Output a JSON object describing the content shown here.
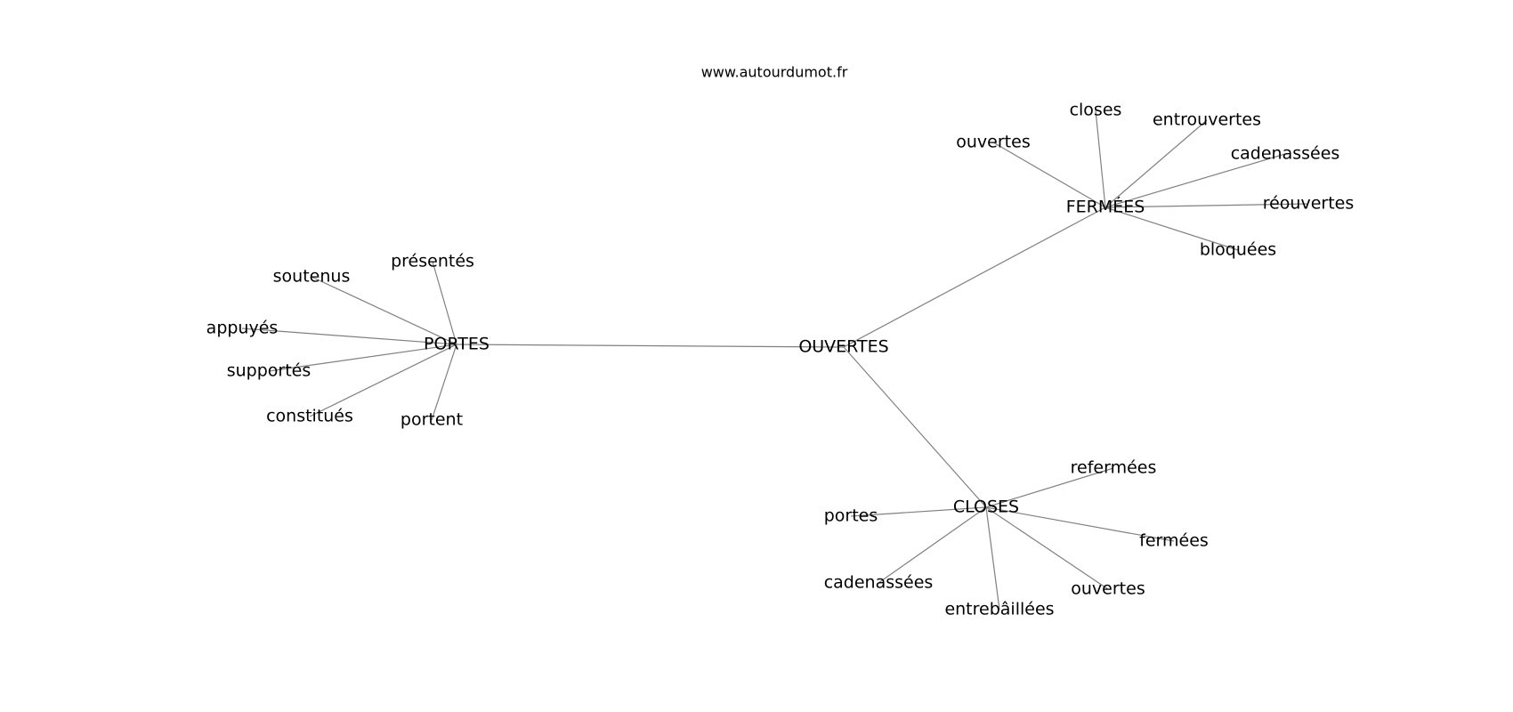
{
  "source": "www.autourdumot.fr",
  "graph": {
    "nodes": [
      {
        "id": "ouvertes_root",
        "label": "OUVERTES",
        "kind": "hub"
      },
      {
        "id": "portes_hub",
        "label": "PORTES",
        "kind": "hub"
      },
      {
        "id": "fermees_hub",
        "label": "FERMÉES",
        "kind": "hub"
      },
      {
        "id": "closes_hub",
        "label": "CLOSES",
        "kind": "hub"
      },
      {
        "id": "soutenus",
        "label": "soutenus",
        "kind": "leaf"
      },
      {
        "id": "presentes",
        "label": "présentés",
        "kind": "leaf"
      },
      {
        "id": "appuyes",
        "label": "appuyés",
        "kind": "leaf"
      },
      {
        "id": "supportes",
        "label": "supportés",
        "kind": "leaf"
      },
      {
        "id": "constitues",
        "label": "constitués",
        "kind": "leaf"
      },
      {
        "id": "portent",
        "label": "portent",
        "kind": "leaf"
      },
      {
        "id": "closes_f",
        "label": "closes",
        "kind": "leaf"
      },
      {
        "id": "entrouvertes",
        "label": "entrouvertes",
        "kind": "leaf"
      },
      {
        "id": "ouvertes_f",
        "label": "ouvertes",
        "kind": "leaf"
      },
      {
        "id": "cadenassees_f",
        "label": "cadenassées",
        "kind": "leaf"
      },
      {
        "id": "reouvertes",
        "label": "réouvertes",
        "kind": "leaf"
      },
      {
        "id": "bloquees",
        "label": "bloquées",
        "kind": "leaf"
      },
      {
        "id": "refermees",
        "label": "refermées",
        "kind": "leaf"
      },
      {
        "id": "portes_c",
        "label": "portes",
        "kind": "leaf"
      },
      {
        "id": "fermees_c",
        "label": "fermées",
        "kind": "leaf"
      },
      {
        "id": "cadenassees_c",
        "label": "cadenassées",
        "kind": "leaf"
      },
      {
        "id": "ouvertes_c",
        "label": "ouvertes",
        "kind": "leaf"
      },
      {
        "id": "entrebaillees",
        "label": "entrebâillées",
        "kind": "leaf"
      }
    ],
    "edges": [
      [
        "ouvertes_root",
        "portes_hub"
      ],
      [
        "ouvertes_root",
        "fermees_hub"
      ],
      [
        "ouvertes_root",
        "closes_hub"
      ],
      [
        "portes_hub",
        "soutenus"
      ],
      [
        "portes_hub",
        "presentes"
      ],
      [
        "portes_hub",
        "appuyes"
      ],
      [
        "portes_hub",
        "supportes"
      ],
      [
        "portes_hub",
        "constitues"
      ],
      [
        "portes_hub",
        "portent"
      ],
      [
        "fermees_hub",
        "closes_f"
      ],
      [
        "fermees_hub",
        "entrouvertes"
      ],
      [
        "fermees_hub",
        "ouvertes_f"
      ],
      [
        "fermees_hub",
        "cadenassees_f"
      ],
      [
        "fermees_hub",
        "reouvertes"
      ],
      [
        "fermees_hub",
        "bloquees"
      ],
      [
        "closes_hub",
        "refermees"
      ],
      [
        "closes_hub",
        "portes_c"
      ],
      [
        "closes_hub",
        "fermees_c"
      ],
      [
        "closes_hub",
        "cadenassees_c"
      ],
      [
        "closes_hub",
        "ouvertes_c"
      ],
      [
        "closes_hub",
        "entrebaillees"
      ]
    ]
  },
  "colors": {
    "edge": "#808080",
    "text": "#000000",
    "background": "#ffffff"
  }
}
